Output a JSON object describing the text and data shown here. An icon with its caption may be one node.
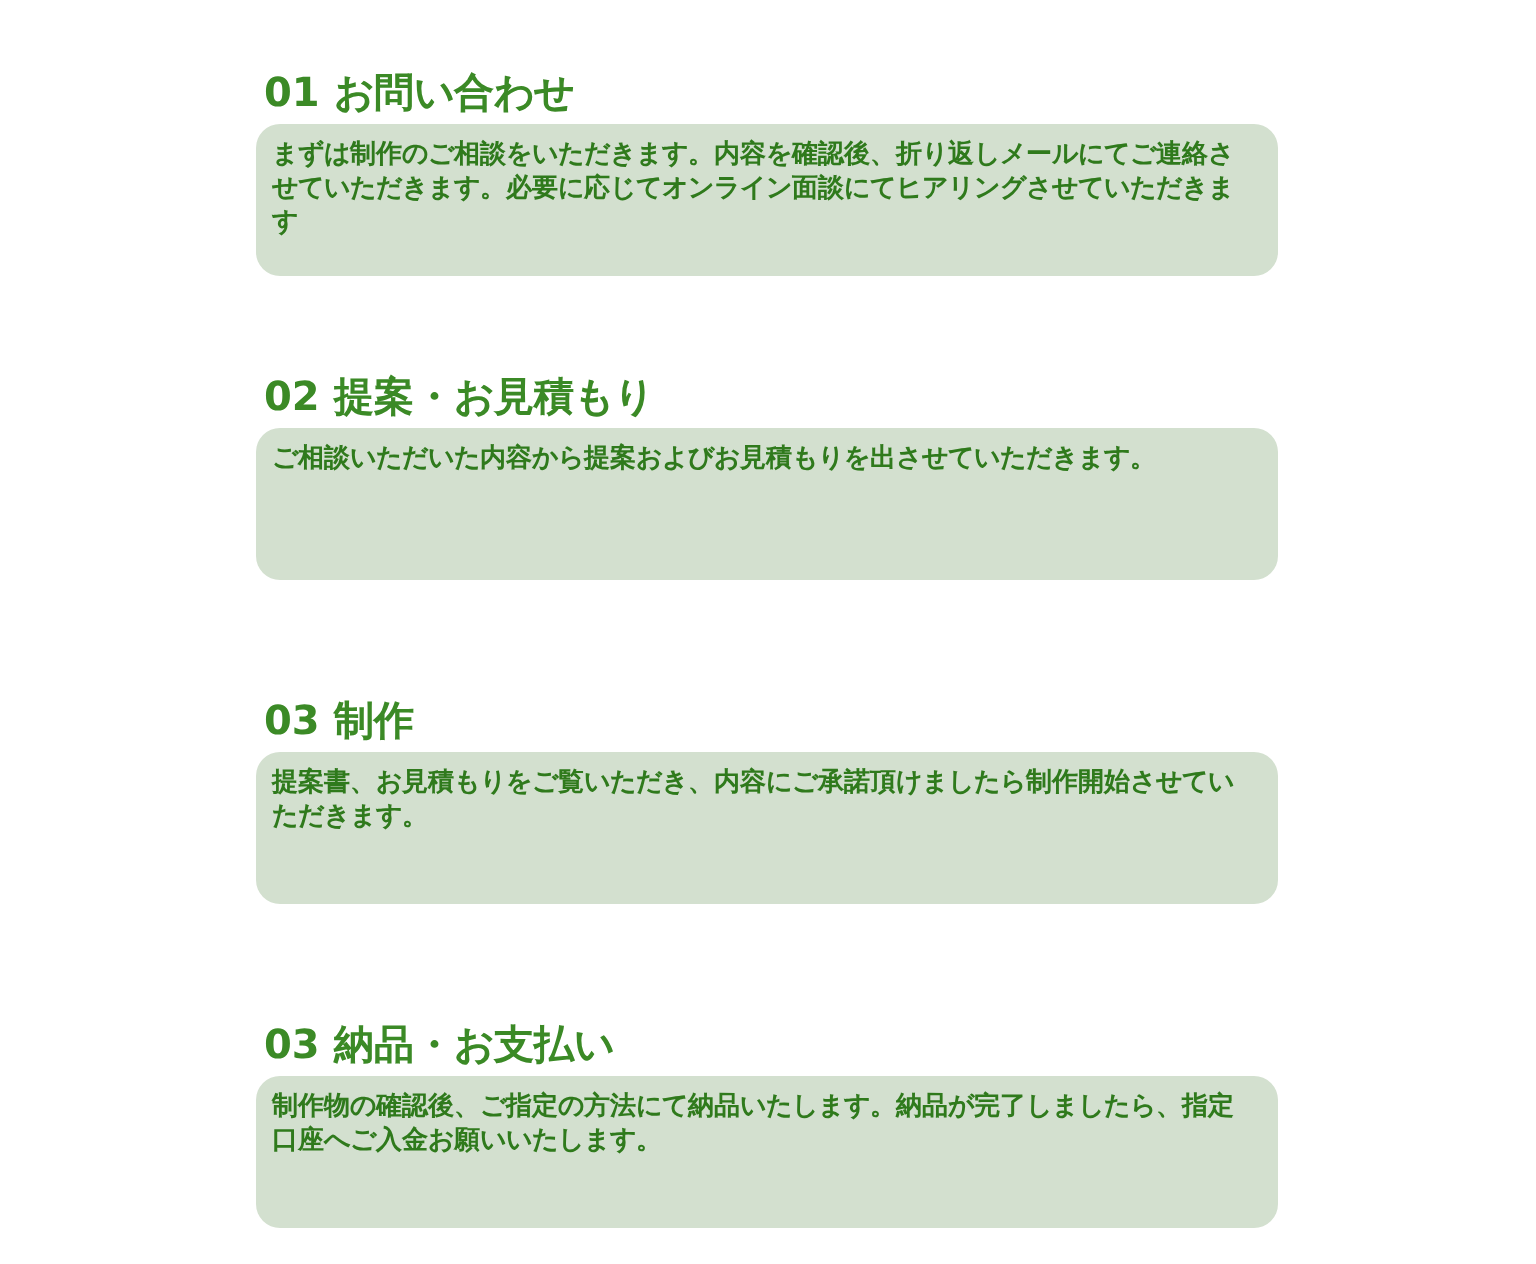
{
  "diagram": {
    "nodes": [
      {
        "text": [
          "01 お問い合わせ",
          "まずは制作のご相談をいただきます。内容を確認後、折り返しメールにてご連絡させていただきます。必要に応じてオンライン面談にてヒアリングさせていただきます"
        ]
      },
      {
        "text": [
          "02 提案・お見積もり",
          "ご相談いただいた内容から提案およびお見積もりを出させていただきます。"
        ]
      },
      {
        "text": [
          "03 制作",
          "提案書、お見積もりをご覧いただき、内容にご承諾頂けましたら制作開始させていただきます。"
        ]
      },
      {
        "text": [
          "03 納品・お支払い",
          "制作物の確認後、ご指定の方法にて納品いたします。納品が完了しましたら、指定口座へご入金お願いいたします。"
        ]
      }
    ]
  }
}
